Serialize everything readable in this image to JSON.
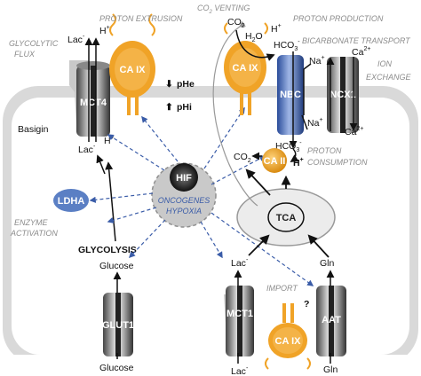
{
  "labels": {
    "proton_extrusion": "PROTON EXTRUSION",
    "glycolytic": "GLYCOLYTIC",
    "flux": "FLUX",
    "co2_venting": "CO",
    "co2_venting_sub": "2",
    "co2_venting_tail": "VENTING",
    "proton_production": "PROTON PRODUCTION",
    "bicarbonate_transport": "BICARBONATE TRANSPORT",
    "ion": "ION",
    "exchange": "EXCHANGE",
    "proton": "PROTON",
    "consumption": "CONSUMPTION",
    "enzyme": "ENZYME",
    "activation": "ACTIVATION",
    "import": "IMPORT",
    "oncogenes": "ONCOGENES",
    "hypoxia": "HYPOXIA"
  },
  "molecules": {
    "lac": "Lac",
    "hplus": "H",
    "co2": "CO",
    "h2o": "H",
    "hco3": "HCO",
    "na": "Na",
    "ca": "Ca",
    "phe": "pHe",
    "phi": "pHi",
    "basigin": "Basigin",
    "glycolysis": "GLYCOLYSIS",
    "glucose_in": "Glucose",
    "glucose_out": "Glucose",
    "gln_in": "Gln",
    "gln_out": "Gln",
    "lac_in": "Lac",
    "lac_out": "Lac",
    "question": "?"
  },
  "proteins": {
    "mct4": "MCT4",
    "ca_ix_top": "CA IX",
    "ca_ix_mid": "CA IX",
    "ca_ix_bottom": "CA IX",
    "nbc": "NBC",
    "ncx1": "NCX1",
    "ca_ii": "CA II",
    "ldha": "LDHA",
    "hif": "HIF",
    "tca": "TCA",
    "glut1": "GLUT1",
    "mct1": "MCT1",
    "aat": "AAT"
  },
  "colors": {
    "ca_orange": "#f0a327",
    "nbc_blue": "#4a6fc0",
    "ldha_blue": "#5b7fc4",
    "membrane_gray": "#b8b8b8",
    "dashed_blue": "#3a5ca8"
  }
}
